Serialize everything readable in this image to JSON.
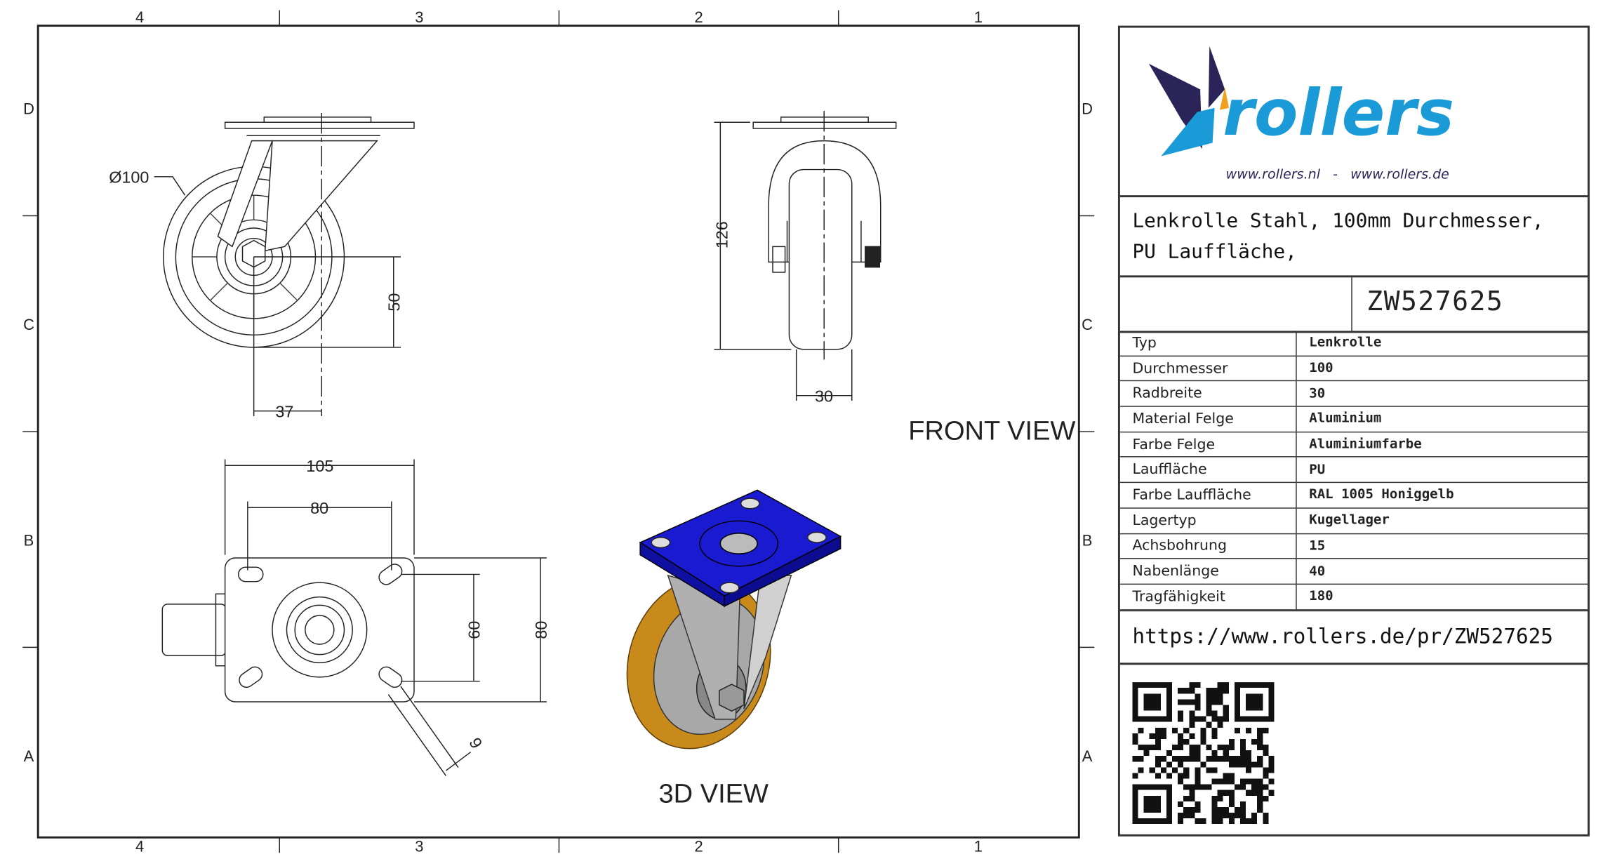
{
  "frame": {
    "columns": [
      "4",
      "3",
      "2",
      "1"
    ],
    "rows": [
      "D",
      "C",
      "B",
      "A"
    ]
  },
  "views": {
    "front_view_label": "FRONT VIEW",
    "view_3d_label": "3D VIEW"
  },
  "dimensions": {
    "side": {
      "diameter": "Ø100",
      "height_50": "50",
      "offset_37": "37"
    },
    "front": {
      "height_126": "126",
      "width_30": "30"
    },
    "top": {
      "plate_105": "105",
      "holes_80": "80",
      "holes_60": "60",
      "plate_80": "80",
      "slot_9": "9"
    }
  },
  "logo": {
    "brand": "rollers",
    "tagline": "www.rollers.nl   -   www.rollers.de"
  },
  "title": {
    "line1": "Lenkrolle Stahl, 100mm Durchmesser,",
    "line2": "PU Lauffläche,"
  },
  "article_number": "ZW527625",
  "specs": [
    {
      "key": "Typ",
      "value": "Lenkrolle"
    },
    {
      "key": "Durchmesser",
      "value": "100"
    },
    {
      "key": "Radbreite",
      "value": "30"
    },
    {
      "key": "Material Felge",
      "value": "Aluminium"
    },
    {
      "key": "Farbe Felge",
      "value": "Aluminiumfarbe"
    },
    {
      "key": "Lauffläche",
      "value": "PU"
    },
    {
      "key": "Farbe Lauffläche",
      "value": "RAL 1005 Honiggelb"
    },
    {
      "key": "Lagertyp",
      "value": "Kugellager"
    },
    {
      "key": "Achsbohrung",
      "value": "15"
    },
    {
      "key": "Nabenlänge",
      "value": "40"
    },
    {
      "key": "Tragfähigkeit",
      "value": "180"
    }
  ],
  "url": "https://www.rollers.de/pr/ZW527625",
  "colors": {
    "brand_blue": "#1a9ad6",
    "brand_navy": "#2a2458",
    "brand_orange": "#f0a020",
    "plate_blue": "#1a1ad0",
    "tread": "#c98a1c"
  }
}
